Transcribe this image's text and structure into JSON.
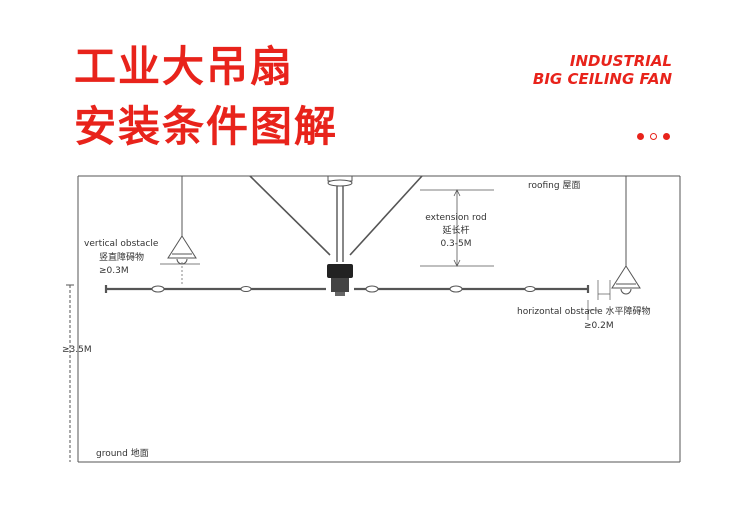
{
  "title": {
    "line1": "工业大吊扇",
    "line2": "安装条件图解",
    "en_line1": "INDUSTRIAL",
    "en_line2": "BIG CEILING FAN"
  },
  "colors": {
    "accent": "#e8231b",
    "line": "#555555"
  },
  "diagram": {
    "roofing": "roofing 屋面",
    "extension_en": "extension rod",
    "extension_cn": "延长杆",
    "extension_range": "0.3-5M",
    "vertical_en": "vertical obstacle",
    "vertical_cn": "竖直障碍物",
    "vertical_min": "≥0.3M",
    "horizontal_label": "horizontal obstacle 水平障碍物",
    "horizontal_min": "≥0.2M",
    "height_min": "≥3.5M",
    "ground": "ground 地面"
  }
}
